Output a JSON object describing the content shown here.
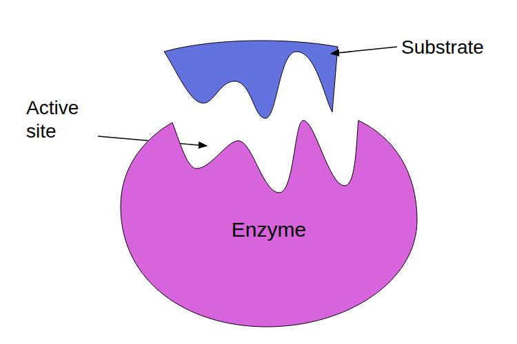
{
  "diagram": {
    "nodes": [
      {
        "text": [
          "Enzyme"
        ]
      }
    ],
    "labels": [
      "Substrate",
      "Active site"
    ]
  }
}
